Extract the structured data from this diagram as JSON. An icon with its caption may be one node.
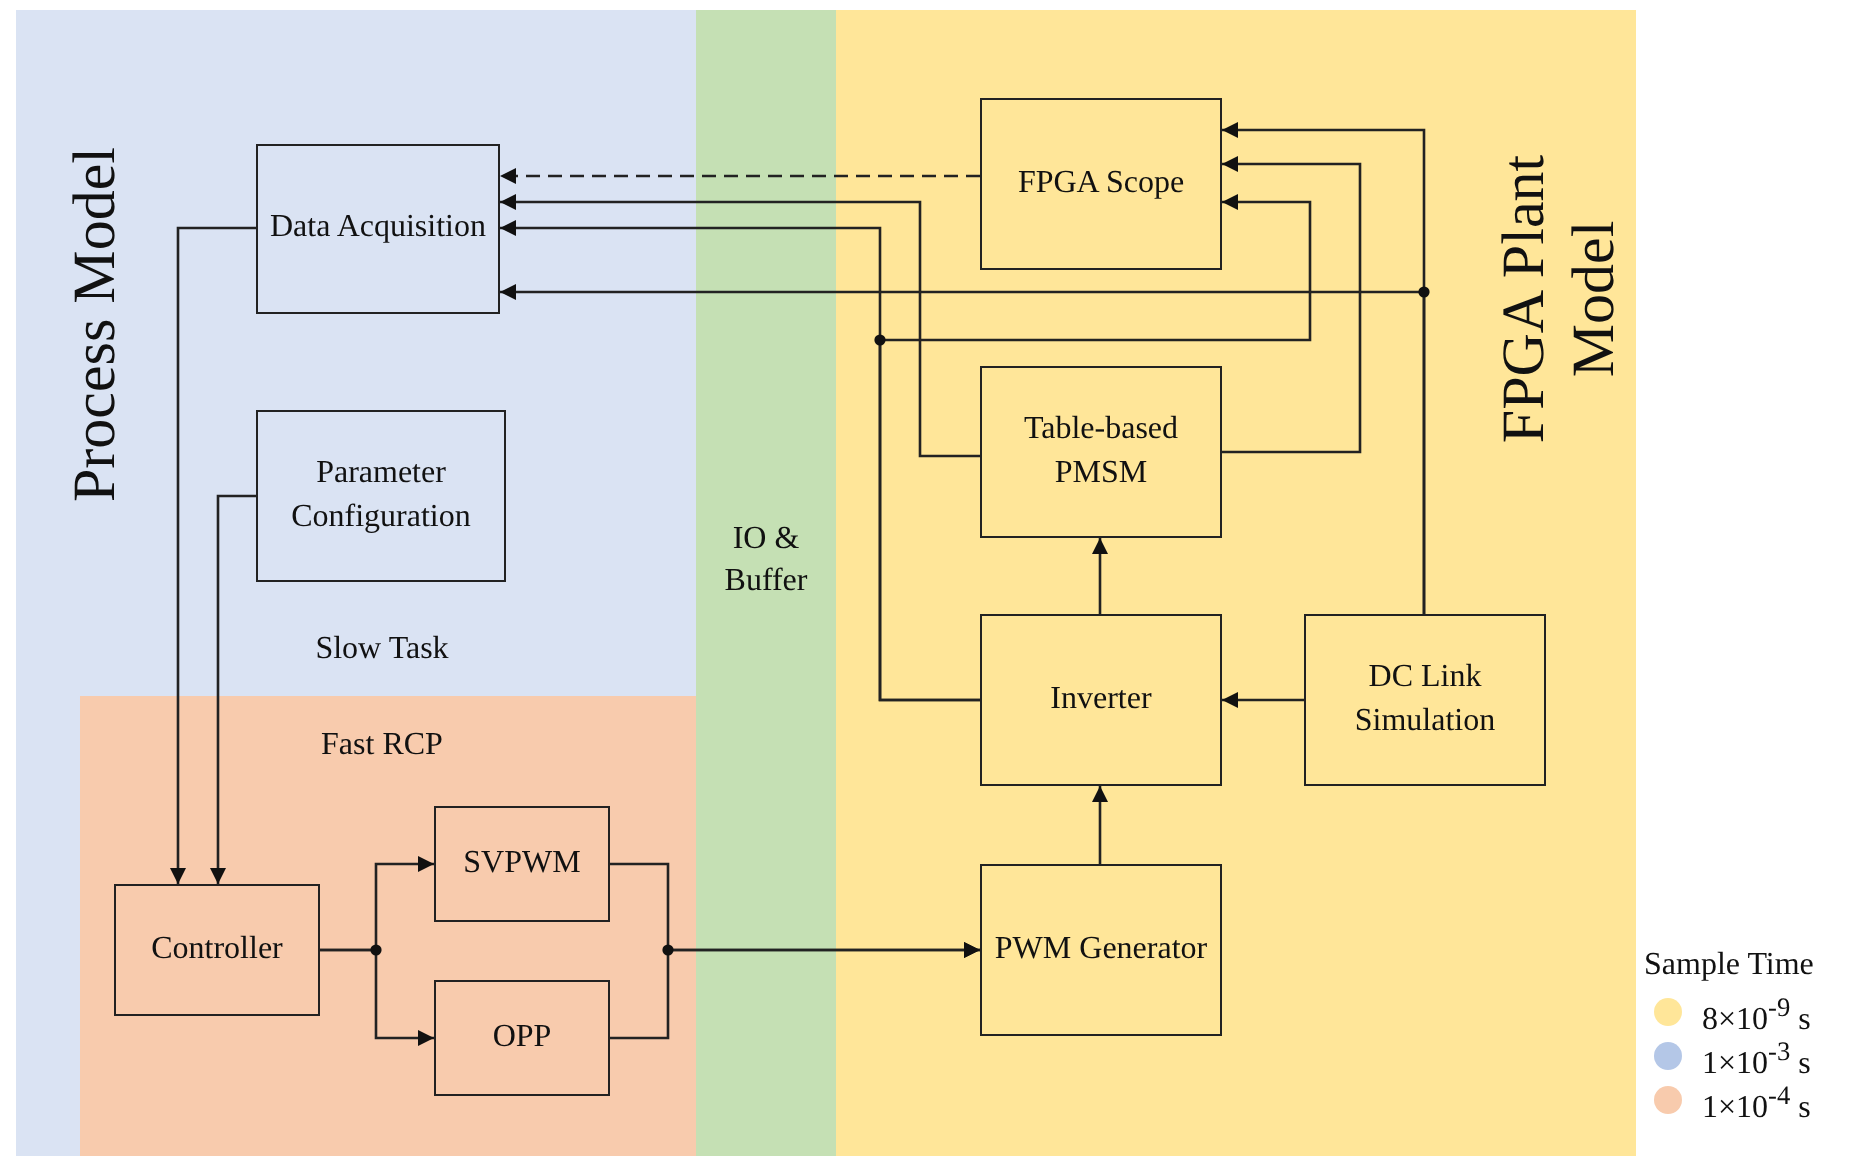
{
  "diagram": {
    "nodes": [
      {
        "text": [
          "Process Model",
          "Slow Task"
        ]
      },
      {
        "text": [
          "Fast RCP"
        ],
        "in": 0
      },
      {
        "text": [
          "FPGA Plant Model"
        ]
      },
      {
        "text": [
          "Data Acquisition"
        ],
        "in": 0
      },
      {
        "text": [
          "Parameter Configuration"
        ],
        "in": 0
      },
      {
        "text": [
          "Controller"
        ],
        "in": 1
      },
      {
        "text": [
          "SVPWM"
        ],
        "in": 1
      },
      {
        "text": [
          "OPP"
        ],
        "in": 1
      },
      {
        "text": [
          "FPGA Scope"
        ],
        "in": 2
      },
      {
        "text": [
          "Table-based PMSM"
        ],
        "in": 2
      },
      {
        "text": [
          "Inverter"
        ],
        "in": 2
      },
      {
        "text": [
          "DC Link Simulation"
        ],
        "in": 2
      },
      {
        "text": [
          "PWM Generator"
        ],
        "in": 2
      }
    ],
    "edges": [
      {
        "from": 8,
        "to": 3,
        "arrow": "to",
        "style": "dashed"
      },
      {
        "from": 9,
        "to": 3,
        "arrow": "to"
      },
      {
        "from": 10,
        "to": 3,
        "arrow": "to"
      },
      {
        "from": 10,
        "to": 8,
        "arrow": "to"
      },
      {
        "from": 11,
        "to": 3,
        "arrow": "to"
      },
      {
        "from": 11,
        "to": 8,
        "arrow": "to"
      },
      {
        "from": 9,
        "to": 8,
        "arrow": "to"
      },
      {
        "from": 10,
        "to": 9,
        "arrow": "to"
      },
      {
        "from": 11,
        "to": 10,
        "arrow": "to"
      },
      {
        "from": 12,
        "to": 10,
        "arrow": "to"
      },
      {
        "from": 3,
        "to": 5,
        "arrow": "to"
      },
      {
        "from": 4,
        "to": 5,
        "arrow": "to"
      },
      {
        "from": 5,
        "to": 6,
        "arrow": "to"
      },
      {
        "from": 5,
        "to": 7,
        "arrow": "to"
      },
      {
        "from": 6,
        "to": 12,
        "arrow": "to"
      },
      {
        "from": 7,
        "to": 12,
        "arrow": "to"
      }
    ],
    "labels": [
      "IO & Buffer",
      "Sample Time"
    ],
    "legend": [
      {
        "text": "8×10$^{-9}$ s",
        "color": "#ffe699"
      },
      {
        "text": "1×10$^{-3}$ s",
        "color": "#b4c7e7"
      },
      {
        "text": "1×10$^{-4}$ s",
        "color": "#f8cbad"
      }
    ]
  }
}
